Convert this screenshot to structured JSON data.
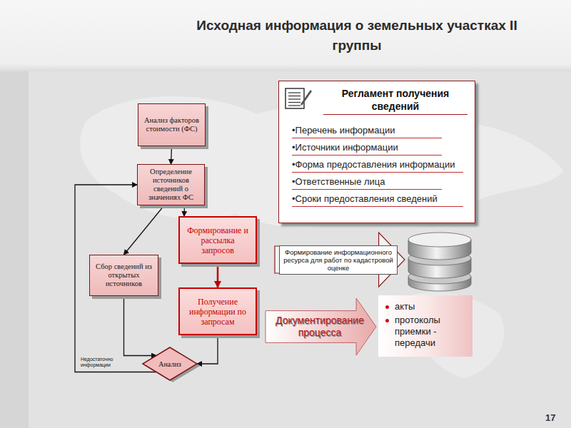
{
  "diagram": {
    "title": "Исходная информация о земельных участках II группы",
    "nodes": [
      {
        "text": [
          "Анализ факторов стоимости (ФС)"
        ]
      },
      {
        "text": [
          "Регламент получения сведений",
          "•Перечень информации",
          "•Источники информации",
          "•Форма предоставления информации",
          "•Ответственные лица",
          "•Сроки предоставления сведений"
        ]
      },
      {
        "text": [
          "Определение источников сведений о значениях ФС"
        ]
      },
      {
        "text": [
          "Формирование и рассылка запросов"
        ]
      },
      {
        "text": [
          "Формирование информационного ресурса для работ по кадастровой оценке"
        ]
      },
      {
        "text": [
          "Сбор сведений из открытых источников"
        ]
      },
      {
        "text": [
          "Получение информации по запросам"
        ]
      },
      {
        "text": [
          "Документирование процесса"
        ]
      },
      {
        "text": [
          "акты",
          "протоколы приемки - передачи"
        ]
      },
      {
        "text": [
          "Анализ"
        ]
      }
    ],
    "edges": [
      {
        "from": 0,
        "to": 2,
        "arrow": "to"
      },
      {
        "from": 2,
        "to": 5,
        "arrow": "to"
      },
      {
        "from": 2,
        "to": 3,
        "arrow": "to"
      },
      {
        "from": 3,
        "to": 6,
        "arrow": "to"
      },
      {
        "from": 5,
        "to": 9,
        "arrow": "to"
      },
      {
        "from": 6,
        "to": 9,
        "arrow": "to"
      },
      {
        "from": 9,
        "to": 2,
        "arrow": "to"
      }
    ],
    "labels": [
      "Недостаточно информации",
      "17"
    ]
  }
}
